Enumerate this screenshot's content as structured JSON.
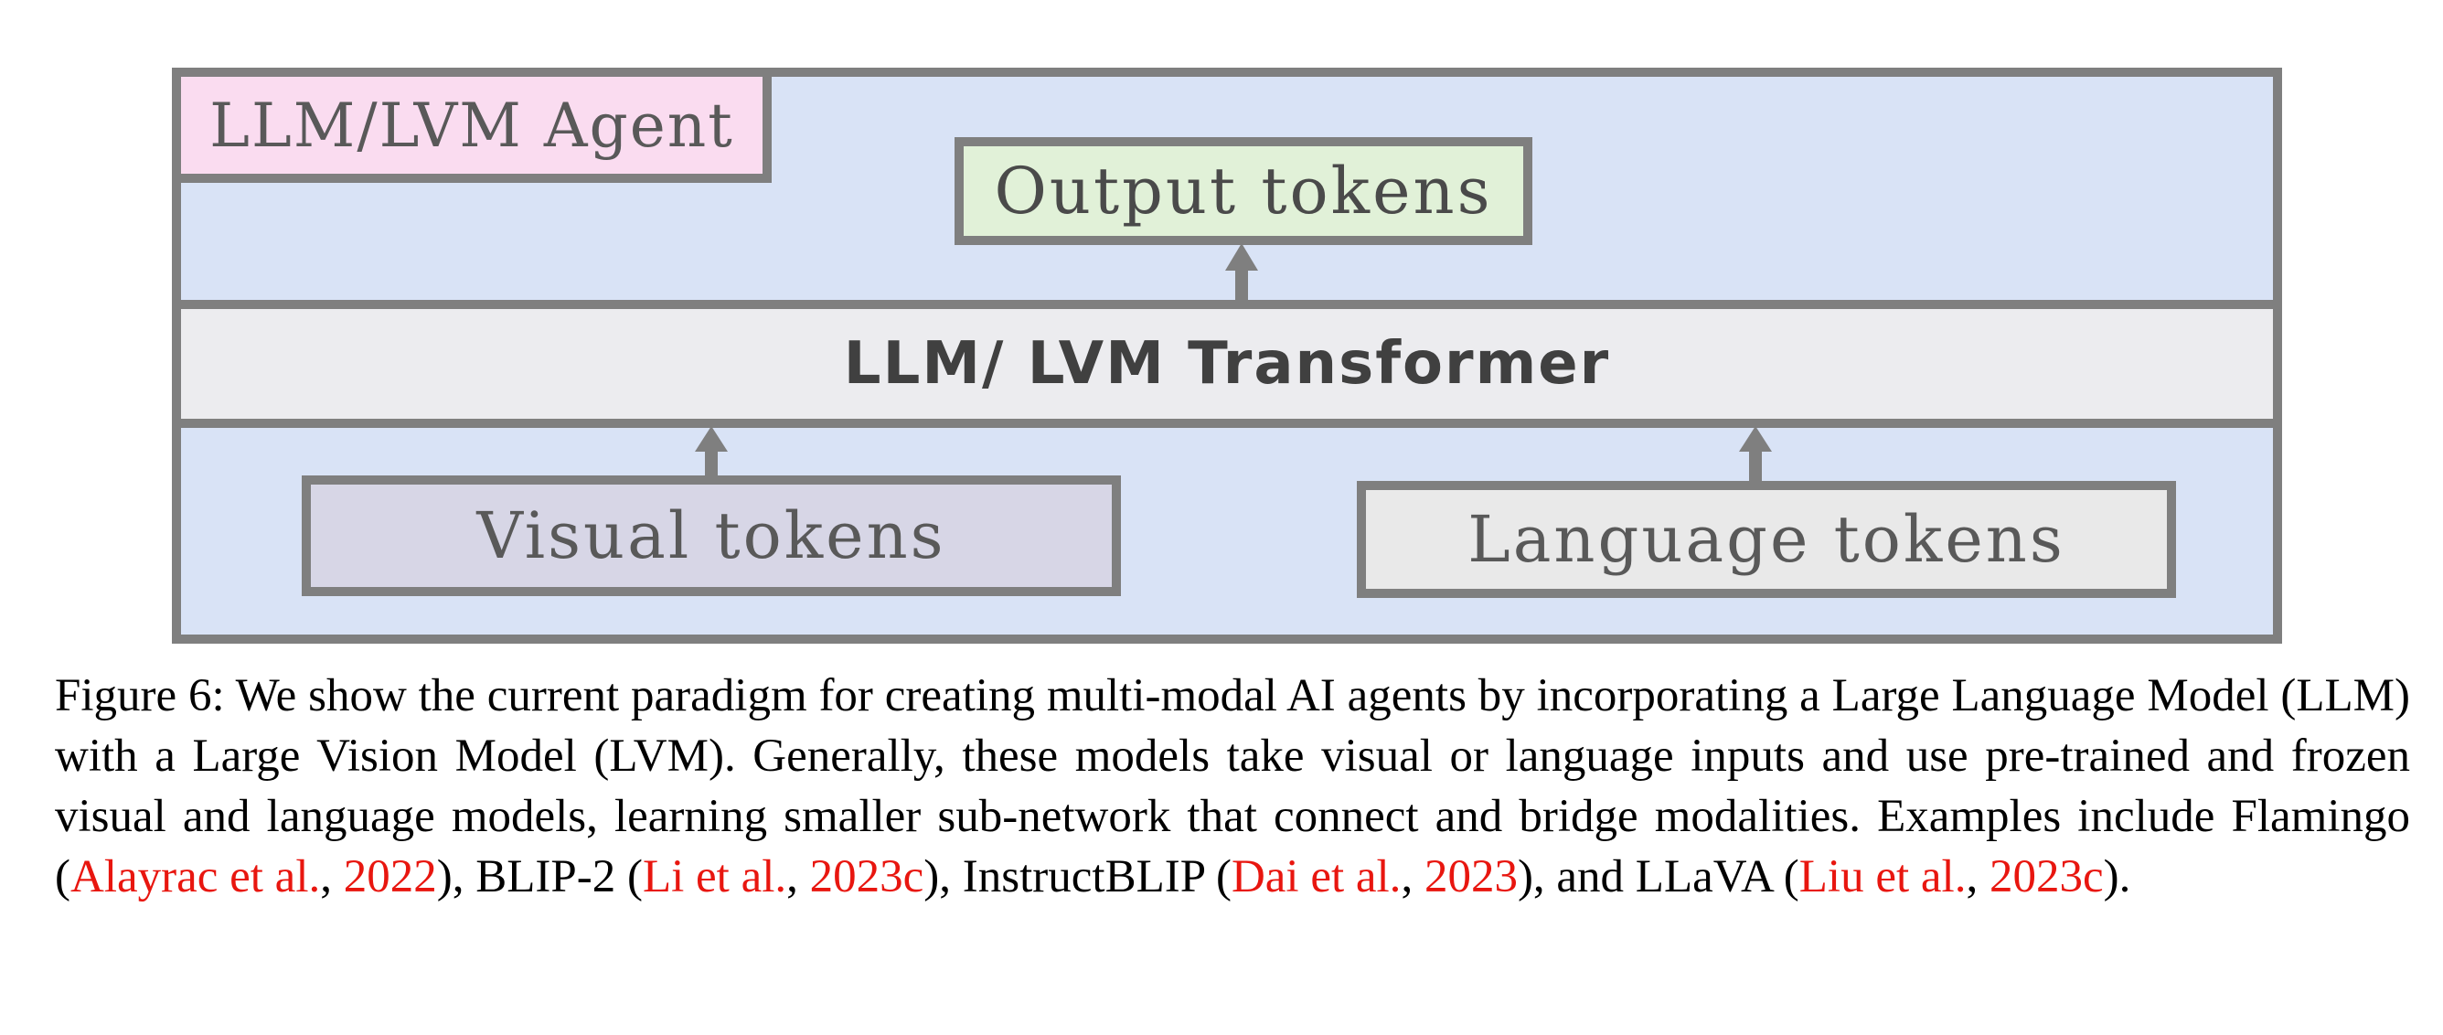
{
  "diagram": {
    "agent_label": "LLM/LVM Agent",
    "output_tokens": "Output tokens",
    "transformer": "LLM/ LVM Transformer",
    "visual_tokens": "Visual tokens",
    "language_tokens": "Language tokens",
    "colors": {
      "frame": "#7f7f7f",
      "agent_background": "#d9e3f6",
      "agent_label_fill": "#fadcf0",
      "output_fill": "#e1f1d8",
      "transformer_fill": "#ececef",
      "visual_fill": "#d7d6e6",
      "language_fill": "#e9e9e9"
    }
  },
  "caption": {
    "t1": "Figure 6: We show the current paradigm for creating multi-modal AI agents by incorporating a Large Language Model (LLM) with a Large Vision Model (LVM). Generally, these models take visual or language inputs and use pre-trained and frozen visual and language models, learning smaller sub-network that connect and bridge modalities. Examples include Flamingo (",
    "c1a": "Alayrac et al.",
    "s1": ", ",
    "c1b": "2022",
    "t2": "), BLIP-2 (",
    "c2a": "Li et al.",
    "s2": ", ",
    "c2b": "2023c",
    "t3": "), InstructBLIP (",
    "c3a": "Dai et al.",
    "s3": ", ",
    "c3b": "2023",
    "t4": "), and LLaVA (",
    "c4a": "Liu et al.",
    "s4": ", ",
    "c4b": "2023c",
    "t5": ").",
    "citation_color": "#e8160f"
  }
}
